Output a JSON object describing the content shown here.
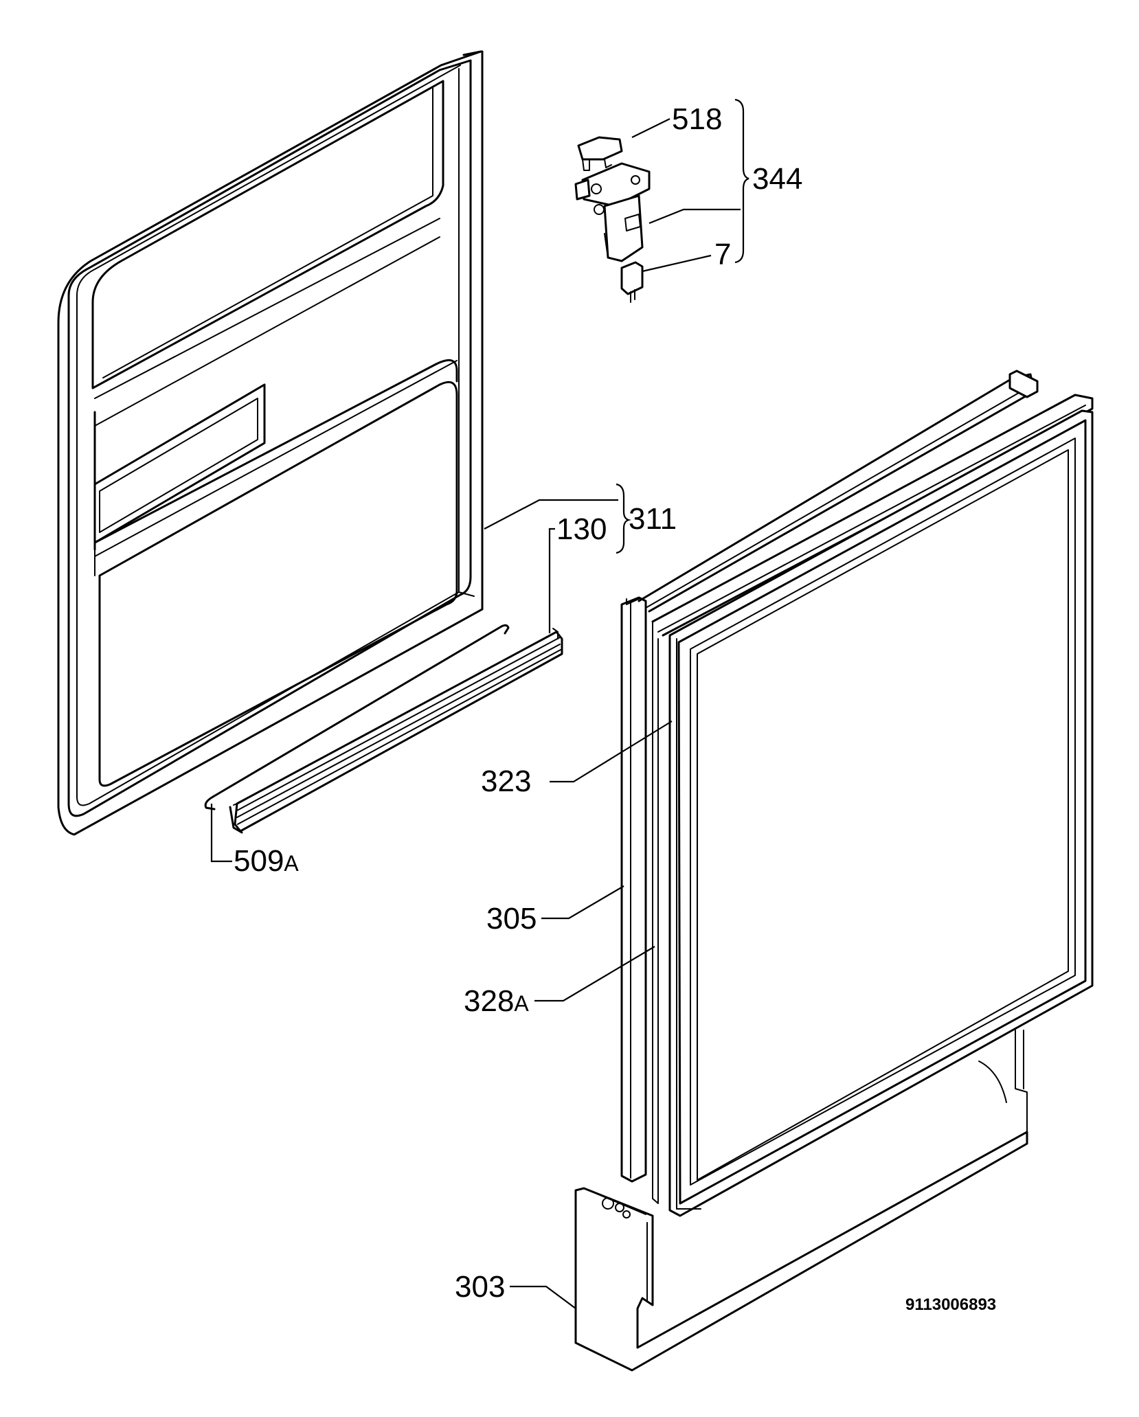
{
  "callouts": {
    "c518": "518",
    "c344": "344",
    "c7": "7",
    "c311": "311",
    "c130": "130",
    "c323": "323",
    "c305": "305",
    "c509_num": "509",
    "c509_sub": "A",
    "c328_num": "328",
    "c328_sub": "A",
    "c303": "303"
  },
  "drawing_code": "9113006893"
}
